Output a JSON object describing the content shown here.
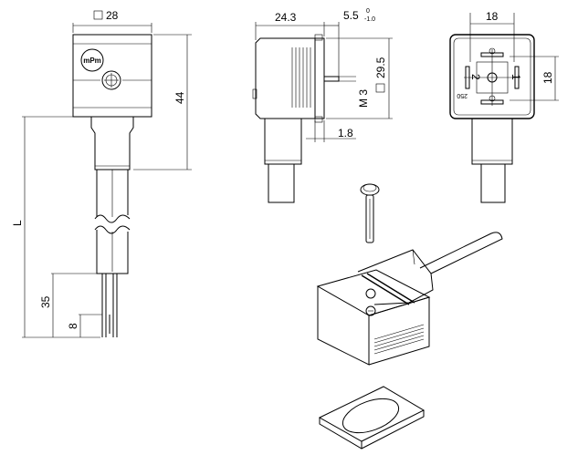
{
  "dimensions": {
    "front_width": "28",
    "height": "44",
    "cable_length": "L",
    "strip_length": "35",
    "wire_end": "8",
    "side_depth": "24.3",
    "tolerance_base": "5.5",
    "tolerance_upper": "0",
    "tolerance_lower": "-1.0",
    "side_height": "29.5",
    "screw_thread": "M 3",
    "flange": "1.8",
    "pin_spacing_h": "18",
    "pin_spacing_v": "18"
  },
  "labels": {
    "logo": "mPm",
    "pin_1": "1",
    "pin_2": "2",
    "face_mark": "250"
  }
}
